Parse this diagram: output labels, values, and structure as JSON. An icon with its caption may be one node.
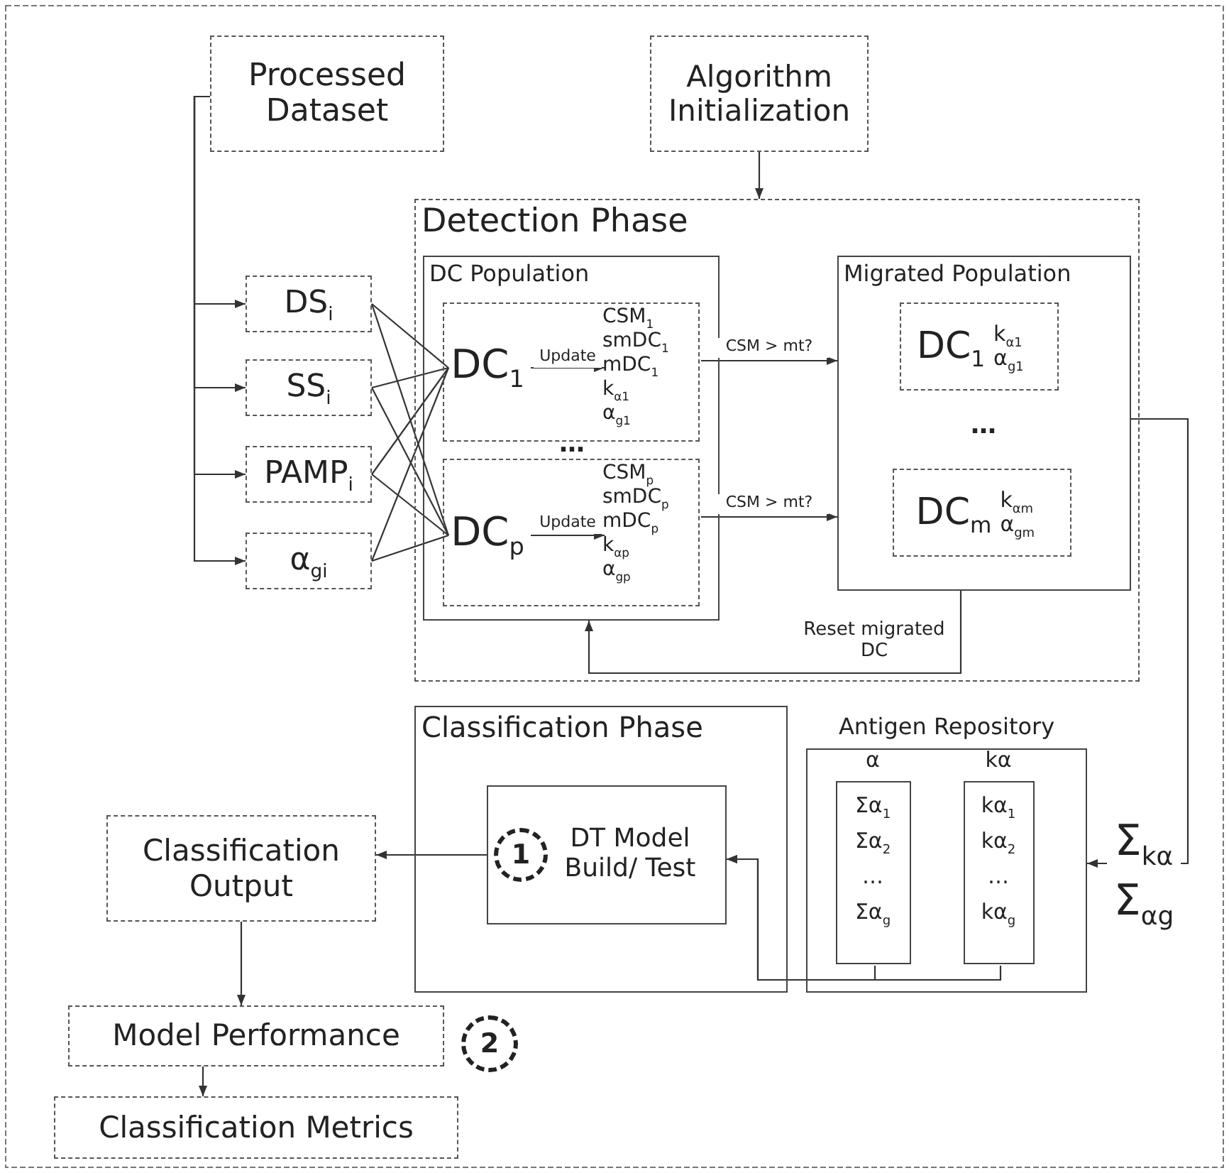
{
  "diagram": {
    "nodes": [
      {
        "text": [
          "Processed Dataset"
        ]
      },
      {
        "text": [
          "Algorithm Initialization"
        ]
      },
      {
        "text": [
          "Detection Phase"
        ]
      },
      {
        "text": [
          "DS$_{i}$"
        ]
      },
      {
        "text": [
          "SS$_{i}$"
        ]
      },
      {
        "text": [
          "PAMP$_{i}$"
        ]
      },
      {
        "text": [
          "α$_{gi}$"
        ]
      },
      {
        "text": [
          "DC Population"
        ],
        "in": 2
      },
      {
        "text": [],
        "shape": "box",
        "in": 7
      },
      {
        "text": [
          "DC$_{1}$"
        ],
        "in": 8
      },
      {
        "text": [
          "CSM$_{1}$ smDC$_{1}$ mDC$_{1}$ k$_{α1}$ α$_{g1}$"
        ],
        "in": 8
      },
      {
        "text": [],
        "shape": "box",
        "in": 7
      },
      {
        "text": [
          "DC$_{p}$"
        ],
        "in": 11
      },
      {
        "text": [
          "CSM$_{p}$ smDC$_{p}$ mDC$_{p}$ k$_{αp}$ α$_{gp}$"
        ],
        "in": 11
      },
      {
        "text": [
          "Migrated Population"
        ],
        "in": 2
      },
      {
        "text": [
          "DC$_{1}$",
          "k$_{α1}$ α$_{g1}$"
        ],
        "in": 14
      },
      {
        "text": [
          "DC$_{m}$",
          "k$_{αm}$ α$_{gm}$"
        ],
        "in": 14
      },
      {
        "text": [
          "Classification Phase"
        ]
      },
      {
        "text": [
          "DT Model Build/ Test"
        ],
        "in": 17
      },
      {
        "text": [
          "Antigen Repository"
        ]
      },
      {
        "text": [
          "α",
          "Σα$_{1}$ Σα$_{2}$ … Σα$_{g}$"
        ],
        "in": 19
      },
      {
        "text": [
          "kα",
          "kα$_{1}$ kα$_{2}$ … kα$_{g}$"
        ],
        "in": 19
      },
      {
        "text": [
          "Classification Output"
        ]
      },
      {
        "text": [
          "Model Performance"
        ]
      },
      {
        "text": [
          "Classification Metrics"
        ]
      }
    ],
    "edges": [
      {
        "from": 0,
        "to": 3,
        "arrow": "to"
      },
      {
        "from": 0,
        "to": 4,
        "arrow": "to"
      },
      {
        "from": 0,
        "to": 5,
        "arrow": "to"
      },
      {
        "from": 0,
        "to": 6,
        "arrow": "to"
      },
      {
        "from": 1,
        "to": 2,
        "arrow": "to"
      },
      {
        "from": 3,
        "to": 9,
        "arrow": "none"
      },
      {
        "from": 3,
        "to": 12,
        "arrow": "none"
      },
      {
        "from": 4,
        "to": 9,
        "arrow": "none"
      },
      {
        "from": 4,
        "to": 12,
        "arrow": "none"
      },
      {
        "from": 5,
        "to": 9,
        "arrow": "none"
      },
      {
        "from": 5,
        "to": 12,
        "arrow": "none"
      },
      {
        "from": 6,
        "to": 9,
        "arrow": "none"
      },
      {
        "from": 6,
        "to": 12,
        "arrow": "none"
      },
      {
        "from": 9,
        "to": 10,
        "arrow": "to",
        "label": "Update"
      },
      {
        "from": 12,
        "to": 13,
        "arrow": "to",
        "label": "Update"
      },
      {
        "from": 8,
        "to": 14,
        "arrow": "to",
        "label": "CSM > mt?"
      },
      {
        "from": 11,
        "to": 14,
        "arrow": "to",
        "label": "CSM > mt?"
      },
      {
        "from": 14,
        "to": 7,
        "arrow": "to",
        "label": "Reset migrated DC"
      },
      {
        "from": 14,
        "to": 19,
        "arrow": "to",
        "label": "Σ$_{kα}$ Σ$_{αg}$"
      },
      {
        "from": 20,
        "to": 18,
        "arrow": "to"
      },
      {
        "from": 21,
        "to": 18,
        "arrow": "to"
      },
      {
        "from": 18,
        "to": 22,
        "arrow": "to"
      },
      {
        "from": 22,
        "to": 23,
        "arrow": "to"
      },
      {
        "from": 23,
        "to": 24,
        "arrow": "to"
      }
    ],
    "labels": [
      "…",
      "…",
      "1",
      "2"
    ]
  }
}
